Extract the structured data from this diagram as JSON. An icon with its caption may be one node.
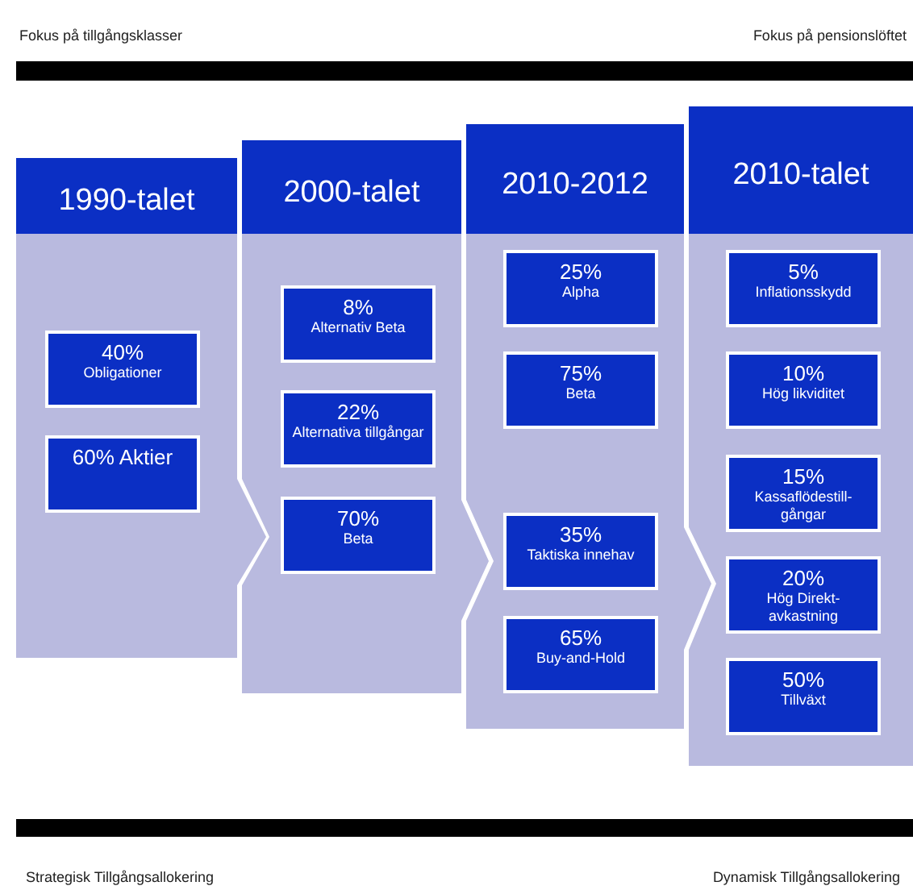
{
  "diagram": {
    "nodes": [
      {
        "text": [
          "1990-talet"
        ]
      },
      {
        "text": [
          "40%",
          "Obligationer"
        ],
        "in": 0
      },
      {
        "text": [
          "60% Aktier"
        ],
        "in": 0
      },
      {
        "text": [
          "2000-talet"
        ]
      },
      {
        "text": [
          "8%",
          "Alternativ Beta"
        ],
        "in": 3
      },
      {
        "text": [
          "22%",
          "Alternativa tillgångar"
        ],
        "in": 3
      },
      {
        "text": [
          "70%",
          "Beta"
        ],
        "in": 3
      },
      {
        "text": [
          "2010-2012"
        ]
      },
      {
        "text": [
          "25%",
          "Alpha"
        ],
        "in": 7
      },
      {
        "text": [
          "75%",
          "Beta"
        ],
        "in": 7
      },
      {
        "text": [
          "35%",
          "Taktiska innehav"
        ],
        "in": 7
      },
      {
        "text": [
          "65%",
          "Buy-and-Hold"
        ],
        "in": 7
      },
      {
        "text": [
          "2010-talet"
        ]
      },
      {
        "text": [
          "5%",
          "Inflationsskydd"
        ],
        "in": 12
      },
      {
        "text": [
          "10%",
          "Hög likviditet"
        ],
        "in": 12
      },
      {
        "text": [
          "15%",
          "Kassaflödestill-gångar"
        ],
        "in": 12
      },
      {
        "text": [
          "20%",
          "Hög Direkt-avkastning"
        ],
        "in": 12
      },
      {
        "text": [
          "50%",
          "Tillväxt"
        ],
        "in": 12
      }
    ],
    "labels": [
      "Fokus på tillgångsklasser",
      "Fokus på pensionslöftet",
      "Strategisk Tillgångsallokering",
      "Dynamisk Tillgångsallokering"
    ]
  }
}
